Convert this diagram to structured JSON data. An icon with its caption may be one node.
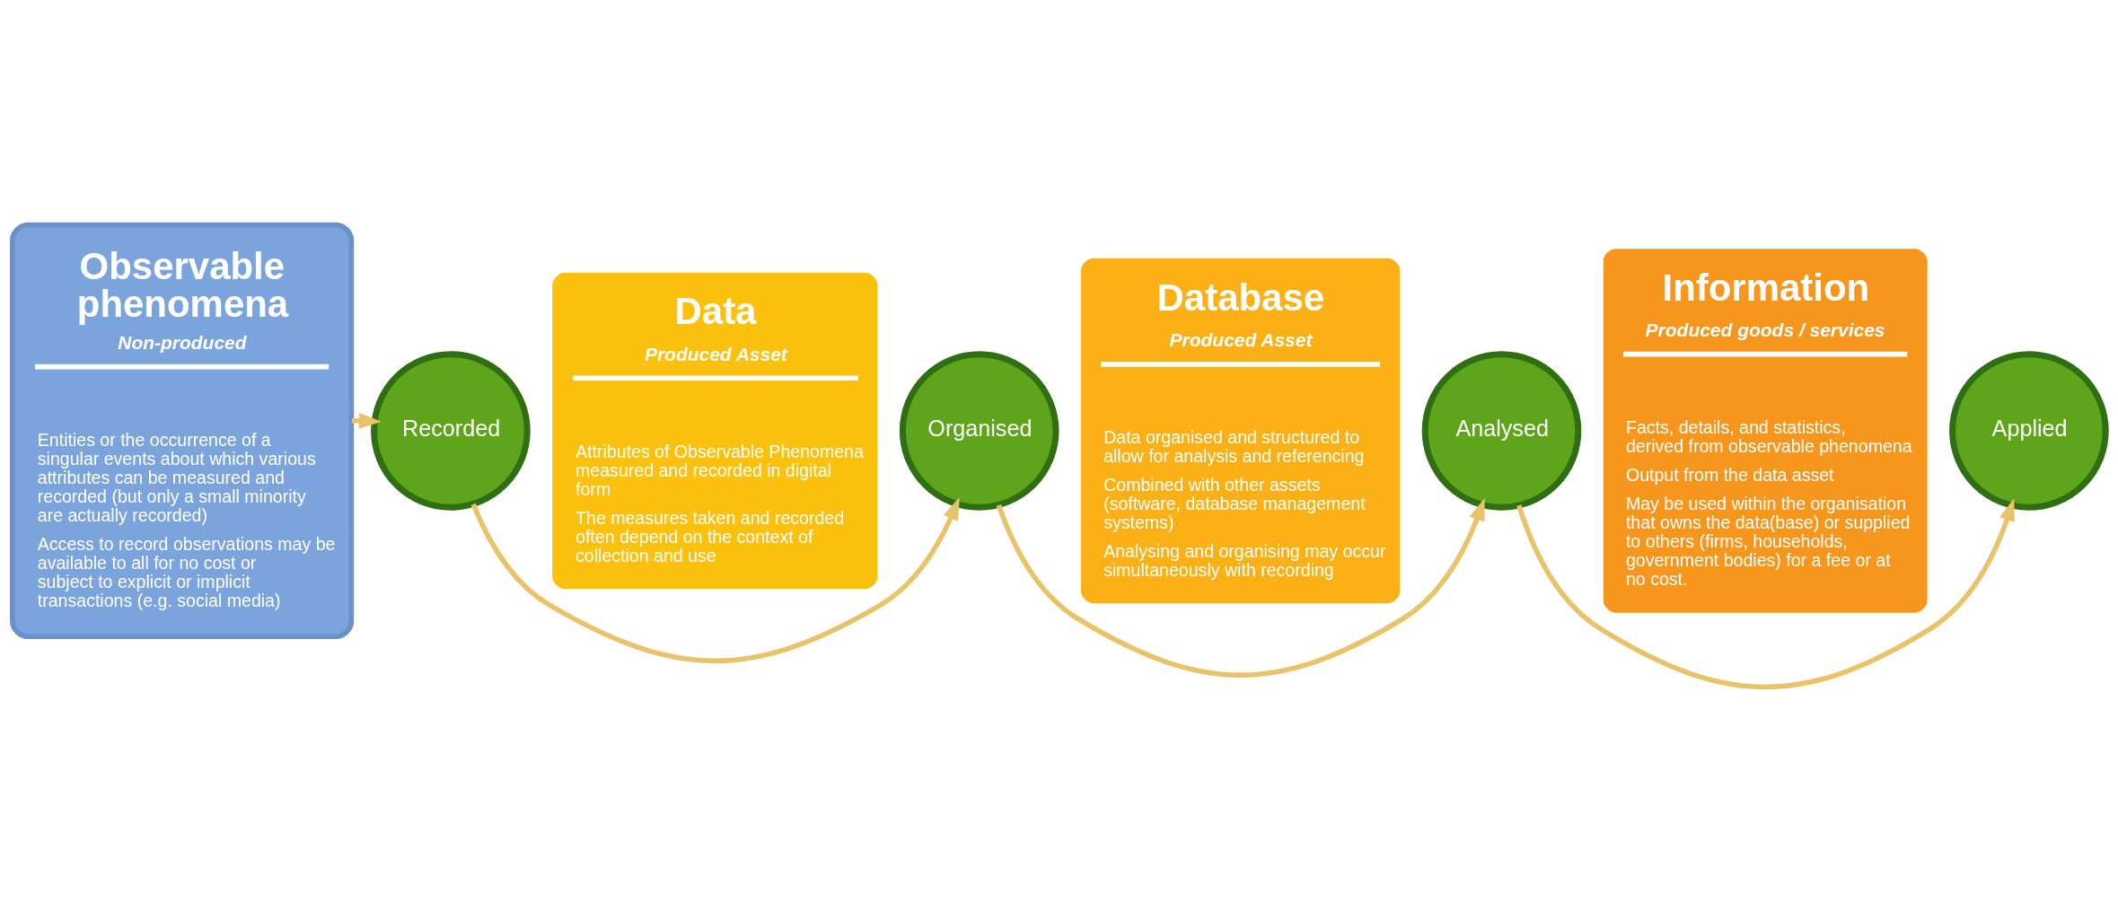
{
  "diagram": {
    "nodes": [
      {
        "text": [
          "Observable phenomena",
          "Non-produced",
          "Entities or the occurrence of a singular events about which various attributes can be measured and recorded (but only a small minority are actually recorded)",
          "Access to record observations may be available to all for no cost or subject to explicit or implicit transactions (e.g. social media)"
        ]
      },
      {
        "text": [
          "Recorded"
        ]
      },
      {
        "text": [
          "Data",
          "Produced Asset",
          "Attributes of Observable Phenomena measured and recorded in digital form",
          "The measures taken and recorded often depend on the context of collection and use"
        ]
      },
      {
        "text": [
          "Organised"
        ]
      },
      {
        "text": [
          "Database",
          "Produced Asset",
          "Data organised and structured to allow for analysis and referencing",
          "Combined with other assets (software, database management systems)",
          "Analysing and organising may occur simultaneously with recording"
        ]
      },
      {
        "text": [
          "Analysed"
        ]
      },
      {
        "text": [
          "Information",
          "Produced goods / services",
          "Facts, details, and statistics, derived from observable phenomena",
          "Output from the data asset",
          "May be used within the organisation that owns the data(base) or supplied to others (firms, households, government bodies) for a fee or at no cost."
        ]
      },
      {
        "text": [
          "Applied"
        ]
      }
    ],
    "edges": [
      {
        "from": 0,
        "to": 1,
        "arrow": "to"
      },
      {
        "from": 1,
        "to": 3,
        "arrow": "to"
      },
      {
        "from": 3,
        "to": 5,
        "arrow": "to"
      },
      {
        "from": 5,
        "to": 7,
        "arrow": "to"
      }
    ]
  }
}
